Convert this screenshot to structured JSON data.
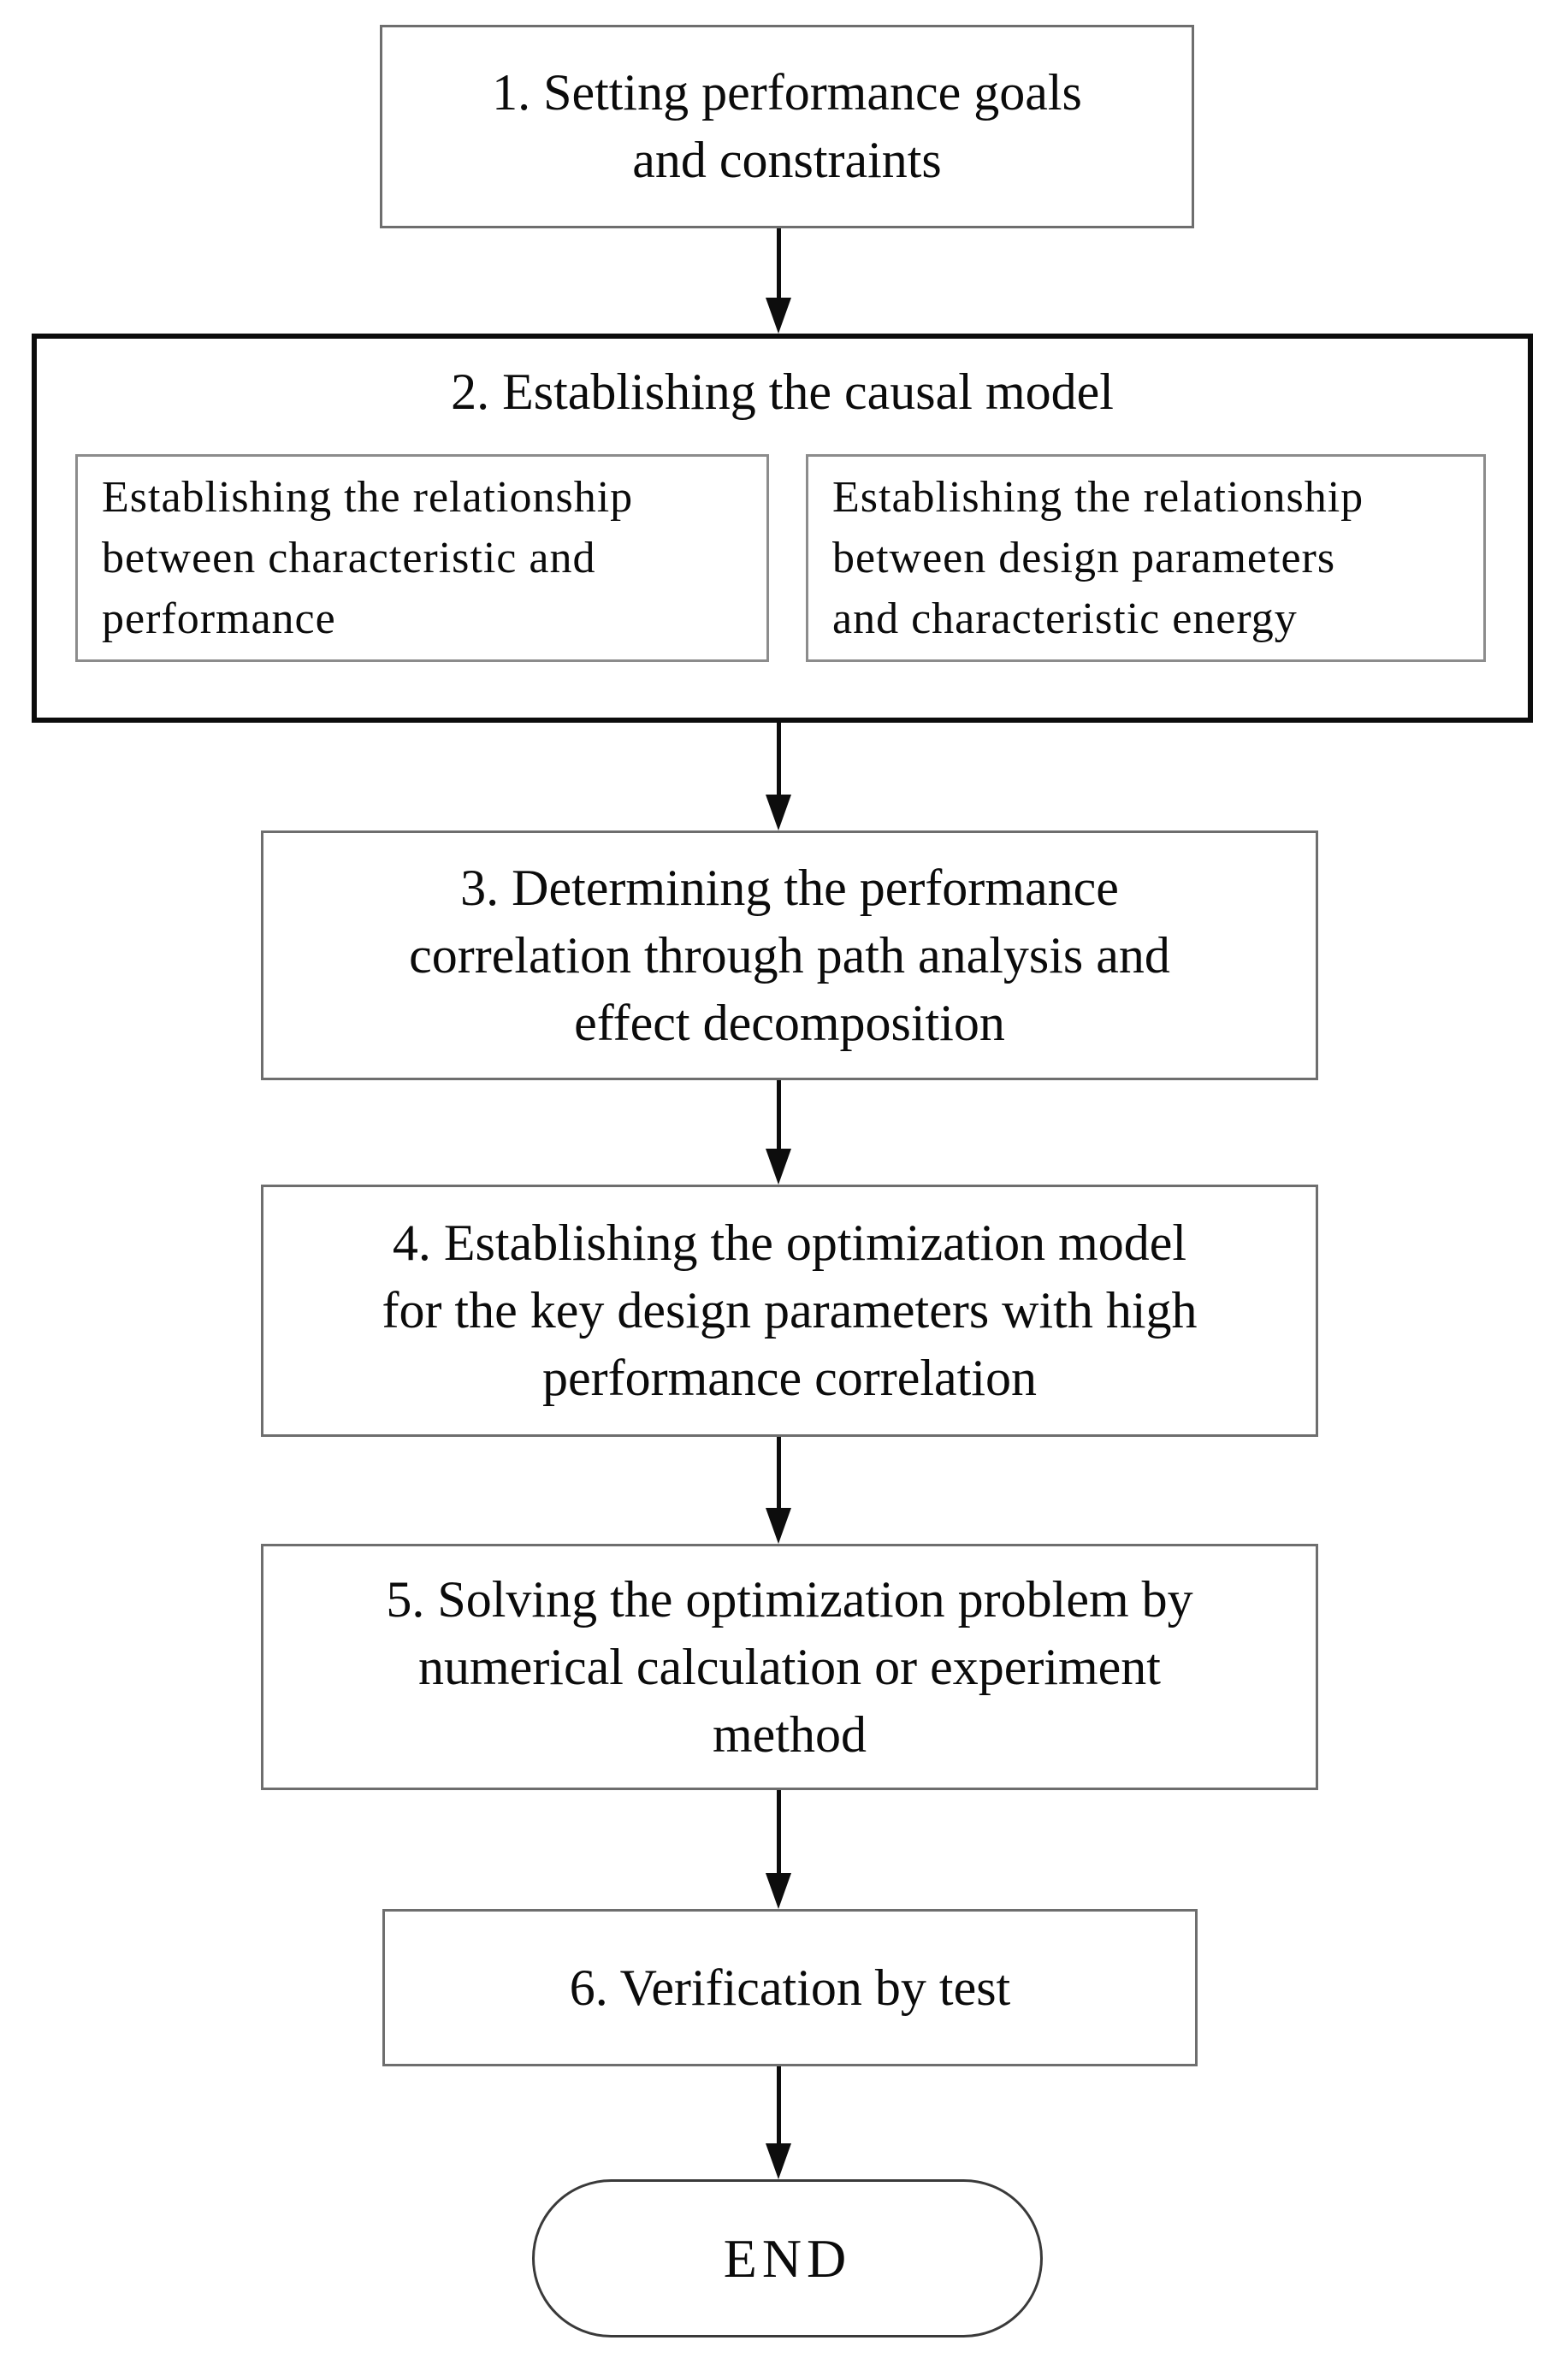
{
  "page": {
    "background": "#ffffff"
  },
  "colors": {
    "text": "#0b0b0b",
    "arrow": "#0d0d0d",
    "step_box_border": "#6e6e6e",
    "causal_box_border": "#0c0c0c",
    "sub_box_border": "#8c8c8c",
    "terminator_border": "#3a3a3a"
  },
  "steps": {
    "step1": {
      "line1": "1. Setting performance goals",
      "line2": "and constraints"
    },
    "step2": {
      "title": "2. Establishing the causal model",
      "sub_left": {
        "line1": "Establishing the relationship",
        "line2": "between characteristic and",
        "line3": "performance"
      },
      "sub_right": {
        "line1": "Establishing the relationship",
        "line2": "between design parameters",
        "line3": "and characteristic energy"
      }
    },
    "step3": {
      "line1": "3. Determining the performance",
      "line2": "correlation through path analysis and",
      "line3": "effect decomposition"
    },
    "step4": {
      "line1": "4. Establishing the optimization model",
      "line2": "for the key design parameters with high",
      "line3": "performance correlation"
    },
    "step5": {
      "line1": "5. Solving the optimization problem by",
      "line2": "numerical calculation or experiment",
      "line3": "method"
    },
    "step6": {
      "line1": "6. Verification by test"
    },
    "terminator": {
      "label": "END"
    }
  }
}
